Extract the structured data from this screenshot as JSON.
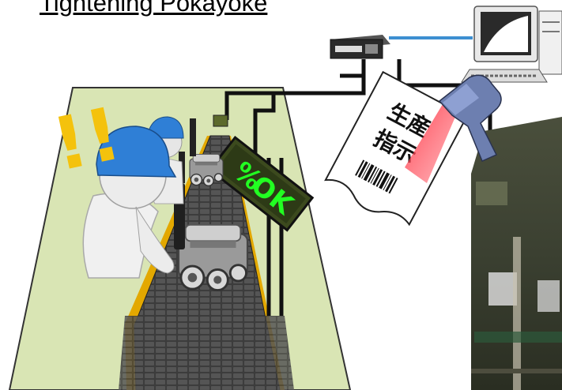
{
  "title": "Tightening Pokayoke",
  "sign": {
    "percent": "%",
    "ok": "OK"
  },
  "paper": {
    "line1": "生産",
    "line2": "指示"
  },
  "alert_marks": "!!",
  "colors": {
    "floor": "#d9e5b4",
    "helmet": "#2f7fd6",
    "network_cable": "#3d8fd1",
    "sign_text": "#22ff22",
    "alert": "#f4c20d",
    "scanner_beam": "#ff4b55"
  },
  "icons": [
    "network-switch-icon",
    "computer-icon",
    "barcode-scanner-icon",
    "production-order-sheet",
    "worker-figure",
    "engine-icon",
    "conveyor-belt"
  ]
}
